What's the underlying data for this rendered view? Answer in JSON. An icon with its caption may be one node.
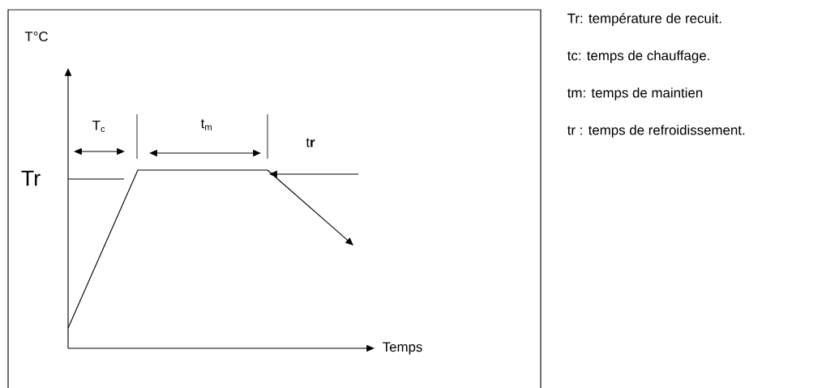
{
  "diagram": {
    "labels": [
      "T°C",
      "T$_{c}$",
      "t$_{m}$",
      "t**r**",
      "Tr",
      "Temps",
      "Tr: température de recuit.",
      "tc: temps de chauffage.",
      "tm: temps de maintien",
      "tr : temps de refroidissement."
    ]
  }
}
